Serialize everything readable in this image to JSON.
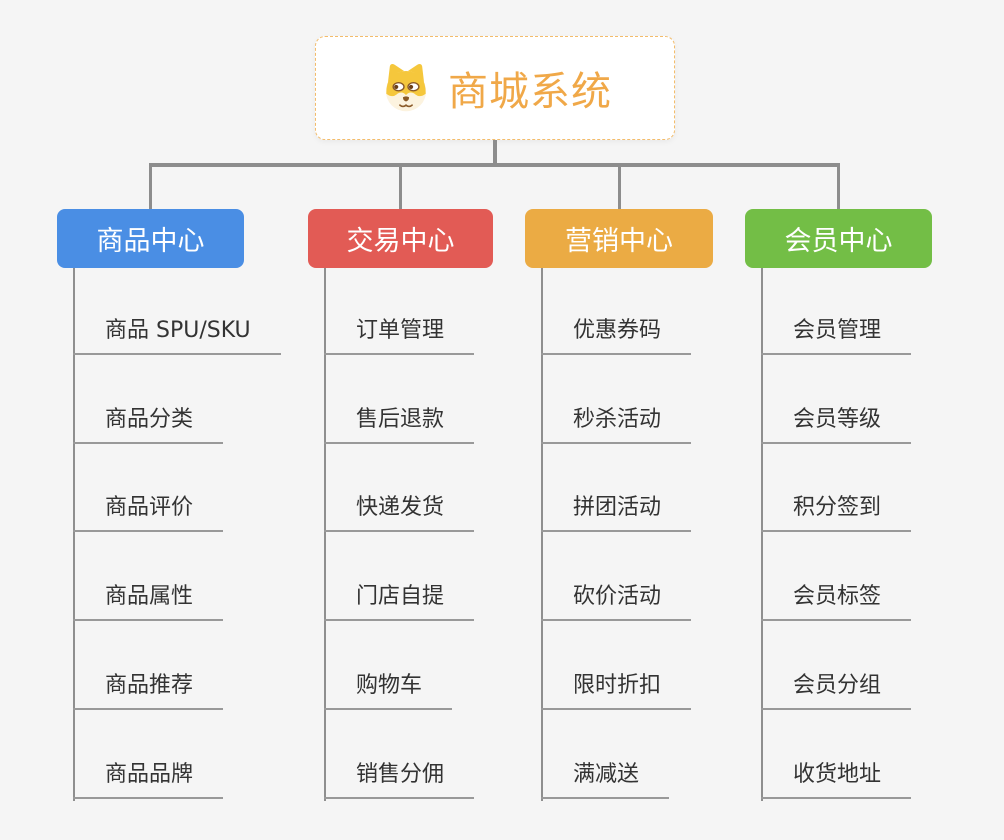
{
  "root": {
    "title": "商城系统",
    "icon": "dog-face-icon"
  },
  "branches": [
    {
      "label": "商品中心",
      "color": "#4A8EE4",
      "items": [
        "商品 SPU/SKU",
        "商品分类",
        "商品评价",
        "商品属性",
        "商品推荐",
        "商品品牌"
      ]
    },
    {
      "label": "交易中心",
      "color": "#E25B55",
      "items": [
        "订单管理",
        "售后退款",
        "快递发货",
        "门店自提",
        "购物车",
        "销售分佣"
      ]
    },
    {
      "label": "营销中心",
      "color": "#EBAB44",
      "items": [
        "优惠券码",
        "秒杀活动",
        "拼团活动",
        "砍价活动",
        "限时折扣",
        "满减送"
      ]
    },
    {
      "label": "会员中心",
      "color": "#73BE46",
      "items": [
        "会员管理",
        "会员等级",
        "积分签到",
        "会员标签",
        "会员分组",
        "收货地址"
      ]
    }
  ],
  "colors": {
    "background": "#F5F5F5",
    "connector": "#8D8D8D",
    "leaf_underline": "#999999",
    "root_text": "#F0A848",
    "root_border": "#F3BC6B",
    "leaf_text": "#333333"
  }
}
